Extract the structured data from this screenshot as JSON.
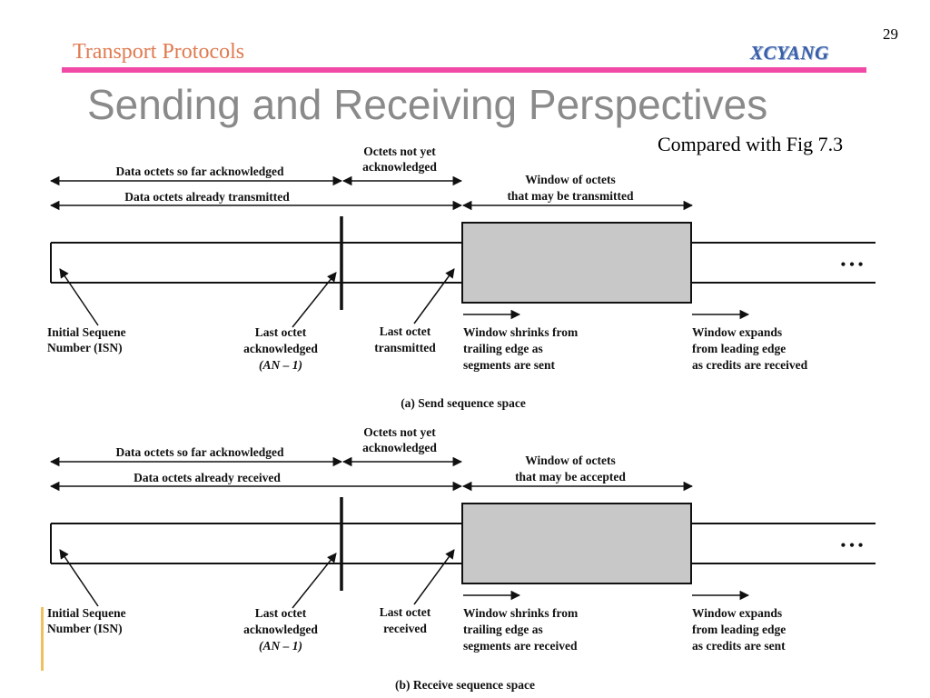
{
  "header": {
    "title": "Transport Protocols",
    "logo": "XCYANG",
    "page_number": "29",
    "accent_color": "#f04aa6"
  },
  "slide": {
    "title": "Sending and Receiving Perspectives",
    "subtitle": "Compared with Fig 7.3"
  },
  "send_panel": {
    "octets_not_yet_line1": "Octets not yet",
    "octets_not_yet_line2": "acknowledged",
    "so_far_acked": "Data octets so far acknowledged",
    "already": "Data octets already transmitted",
    "window_line1": "Window of octets",
    "window_line2": "that may be transmitted",
    "isn_line1": "Initial Sequene",
    "isn_line2": "Number (ISN)",
    "last_acked_line1": "Last octet",
    "last_acked_line2": "acknowledged",
    "last_acked_line3": "(AN – 1)",
    "last_sent_line1": "Last octet",
    "last_sent_line2": "transmitted",
    "shrinks_line1": "Window shrinks from",
    "shrinks_line2": "trailing edge as",
    "shrinks_line3": "segments are sent",
    "expands_line1": "Window expands",
    "expands_line2": "from leading edge",
    "expands_line3": "as credits are received",
    "ellipsis": "• • •",
    "caption": "(a) Send sequence space"
  },
  "receive_panel": {
    "octets_not_yet_line1": "Octets not yet",
    "octets_not_yet_line2": "acknowledged",
    "so_far_acked": "Data octets so far acknowledged",
    "already": "Data octets already received",
    "window_line1": "Window of octets",
    "window_line2": "that may be accepted",
    "isn_line1": "Initial Sequene",
    "isn_line2": "Number (ISN)",
    "last_acked_line1": "Last octet",
    "last_acked_line2": "acknowledged",
    "last_acked_line3": "(AN – 1)",
    "last_sent_line1": "Last octet",
    "last_sent_line2": "received",
    "shrinks_line1": "Window shrinks from",
    "shrinks_line2": "trailing edge as",
    "shrinks_line3": "segments are received",
    "expands_line1": "Window expands",
    "expands_line2": "from leading edge",
    "expands_line3": "as credits are sent",
    "ellipsis": "• • •",
    "caption": "(b) Receive sequence space"
  }
}
